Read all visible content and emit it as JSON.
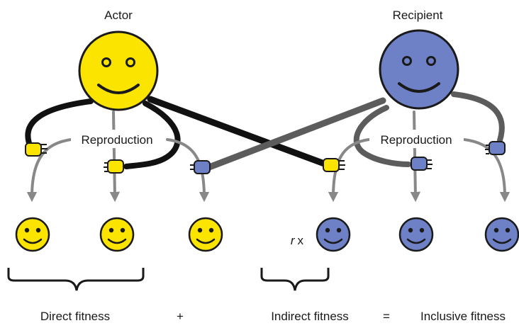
{
  "labels": {
    "actor": "Actor",
    "recipient": "Recipient",
    "reproduction_left": "Reproduction",
    "reproduction_right": "Reproduction",
    "relatedness_prefix": "r",
    "relatedness_times": "x",
    "direct_fitness": "Direct fitness",
    "plus": "+",
    "indirect_fitness": "Indirect fitness",
    "equals": "=",
    "inclusive_fitness": "Inclusive fitness"
  },
  "colors": {
    "actor_face": "#fbe400",
    "recipient_face": "#6e80c6",
    "outline": "#1a1a1a",
    "actor_arm": "#111111",
    "recipient_arm": "#5c5c5c",
    "reproduction_arrow": "#888888"
  },
  "icons": {
    "actor": "smiley-face-icon",
    "recipient": "smiley-face-icon",
    "offspring": "smiley-face-icon",
    "hand": "giving-hand-icon",
    "bracket": "curly-brace-icon"
  }
}
